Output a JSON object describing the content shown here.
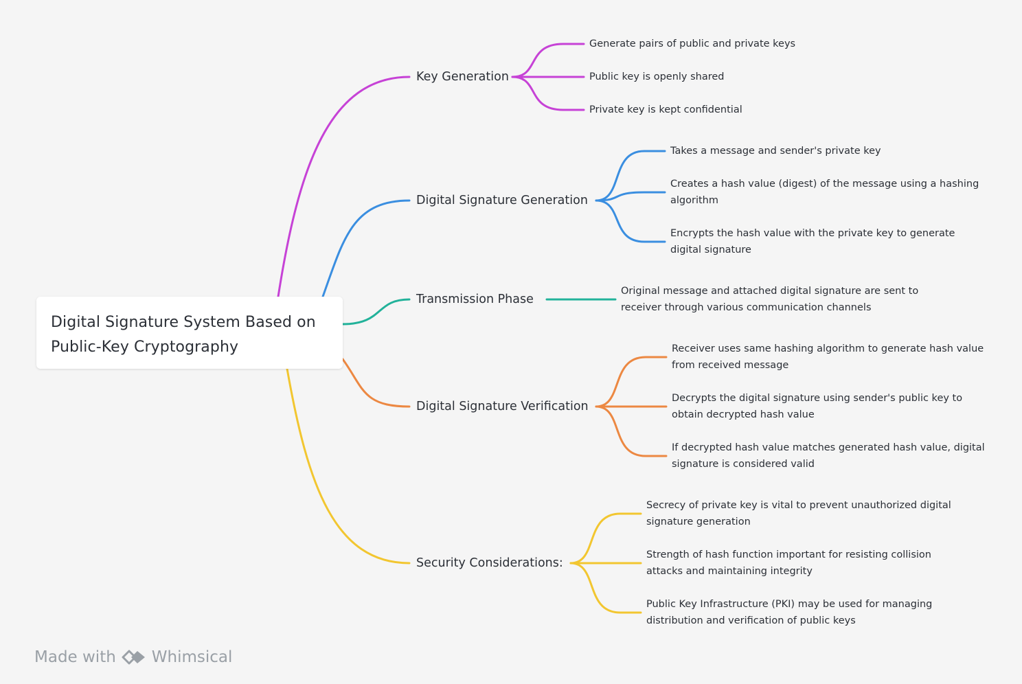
{
  "root": {
    "title": "Digital Signature System Based on Public-Key Cryptography"
  },
  "branches": [
    {
      "label": "Key Generation",
      "color": "#c642d6",
      "children": [
        "Generate pairs of public and private keys",
        "Public key is openly shared",
        "Private key is kept confidential"
      ]
    },
    {
      "label": "Digital Signature Generation",
      "color": "#3a8ee0",
      "children": [
        "Takes a message and sender's private key",
        "Creates a hash value (digest) of the message using a hashing algorithm",
        "Encrypts the hash value with the private key to generate digital signature"
      ]
    },
    {
      "label": "Transmission Phase",
      "color": "#22b29a",
      "children": [
        "Original message and attached digital signature are sent to receiver through various communication channels"
      ]
    },
    {
      "label": "Digital Signature Verification",
      "color": "#ec8842",
      "children": [
        "Receiver uses same hashing algorithm to generate hash value from received message",
        "Decrypts the digital signature using sender's public key to obtain decrypted hash value",
        "If decrypted hash value matches generated hash value, digital signature is considered valid"
      ]
    },
    {
      "label": "Security Considerations:",
      "color": "#f2c630",
      "children": [
        "Secrecy of private key is vital to prevent unauthorized digital signature generation",
        "Strength of hash function important for resisting collision attacks and maintaining integrity",
        "Public Key Infrastructure (PKI) may be used for managing distribution and verification of public keys"
      ]
    }
  ],
  "footer": {
    "prefix": "Made with",
    "brand": "Whimsical",
    "logo_icon": "whimsical-logo-icon"
  }
}
